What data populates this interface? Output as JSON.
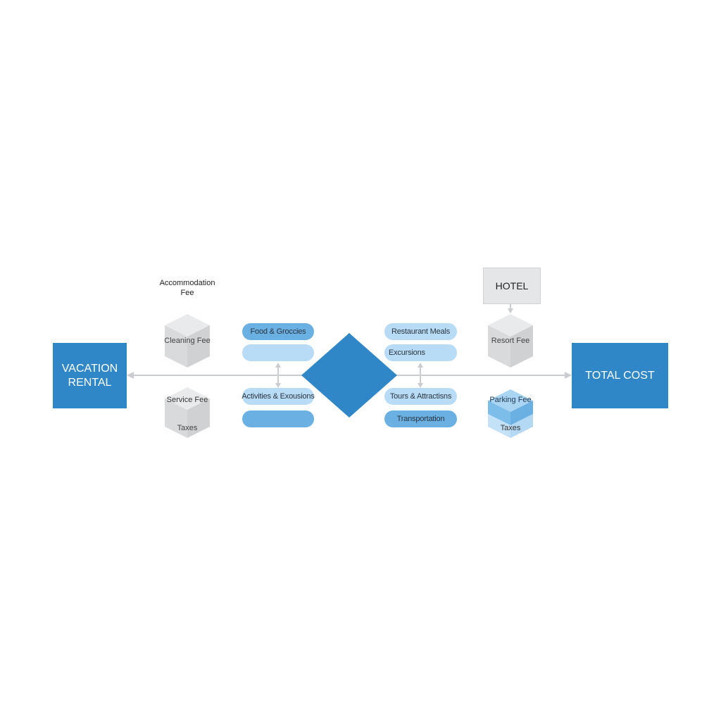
{
  "colors": {
    "primary": "#2f87c8",
    "pill_mid": "#6ab0e2",
    "pill_light": "#b8dcf6",
    "cube_gray_top": "#e9eaeb",
    "cube_gray_left": "#d8dadc",
    "cube_gray_right": "#cfd1d3",
    "cube_blue_top": "#8fc7ee",
    "cube_blue_bottom": "#c4e2f7",
    "connector": "#c9cdd1"
  },
  "nodes": {
    "vacation_rental": "VACATION\nRENTAL",
    "total_cost": "TOTAL COST",
    "hotel": "HOTEL",
    "accommodation_fee": "Accommodation\nFee"
  },
  "cubes": {
    "cleaning_fee": "Cleaning Fee",
    "service_fee": "Service Fee",
    "taxes_left": "Taxes",
    "resort_fee": "Resort Fee",
    "parking_fee": "Parking Fee",
    "taxes_right": "Taxes"
  },
  "pills_left": {
    "food_groceries": "Food & Groccies",
    "blank_upper": "",
    "activities": "Activities & Exousions",
    "blank_lower": ""
  },
  "pills_right": {
    "restaurant_meals": "Restaurant Meals",
    "excursions": "Excursions",
    "tours": "Tours & Attractisns",
    "transportation": "Transportation"
  }
}
